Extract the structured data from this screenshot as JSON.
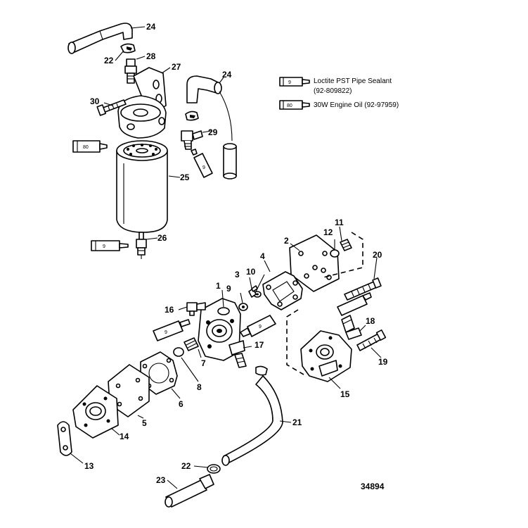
{
  "legend": [
    {
      "code": "9",
      "name": "Loctite PST Pipe Sealant",
      "number": "(92-809822)"
    },
    {
      "code": "80",
      "name": "30W Engine Oil",
      "number": "(92-97959)"
    }
  ],
  "figure_number": "34894",
  "callouts": {
    "c1": "1",
    "c2": "2",
    "c3": "3",
    "c4": "4",
    "c5": "5",
    "c6": "6",
    "c7": "7",
    "c8": "8",
    "c9": "9",
    "c10": "10",
    "c11": "11",
    "c12": "12",
    "c13": "13",
    "c14": "14",
    "c15": "15",
    "c16": "16",
    "c17": "17",
    "c18": "18",
    "c19": "19",
    "c20": "20",
    "c21": "21",
    "c22a": "22",
    "c22b": "22",
    "c23": "23",
    "c24a": "24",
    "c24b": "24",
    "c25": "25",
    "c26": "26",
    "c27": "27",
    "c28": "28",
    "c29": "29",
    "c30": "30"
  },
  "tubes": {
    "t80a": "80",
    "t9a": "9",
    "t9b": "9",
    "t9c": "9",
    "t9d": "9"
  }
}
